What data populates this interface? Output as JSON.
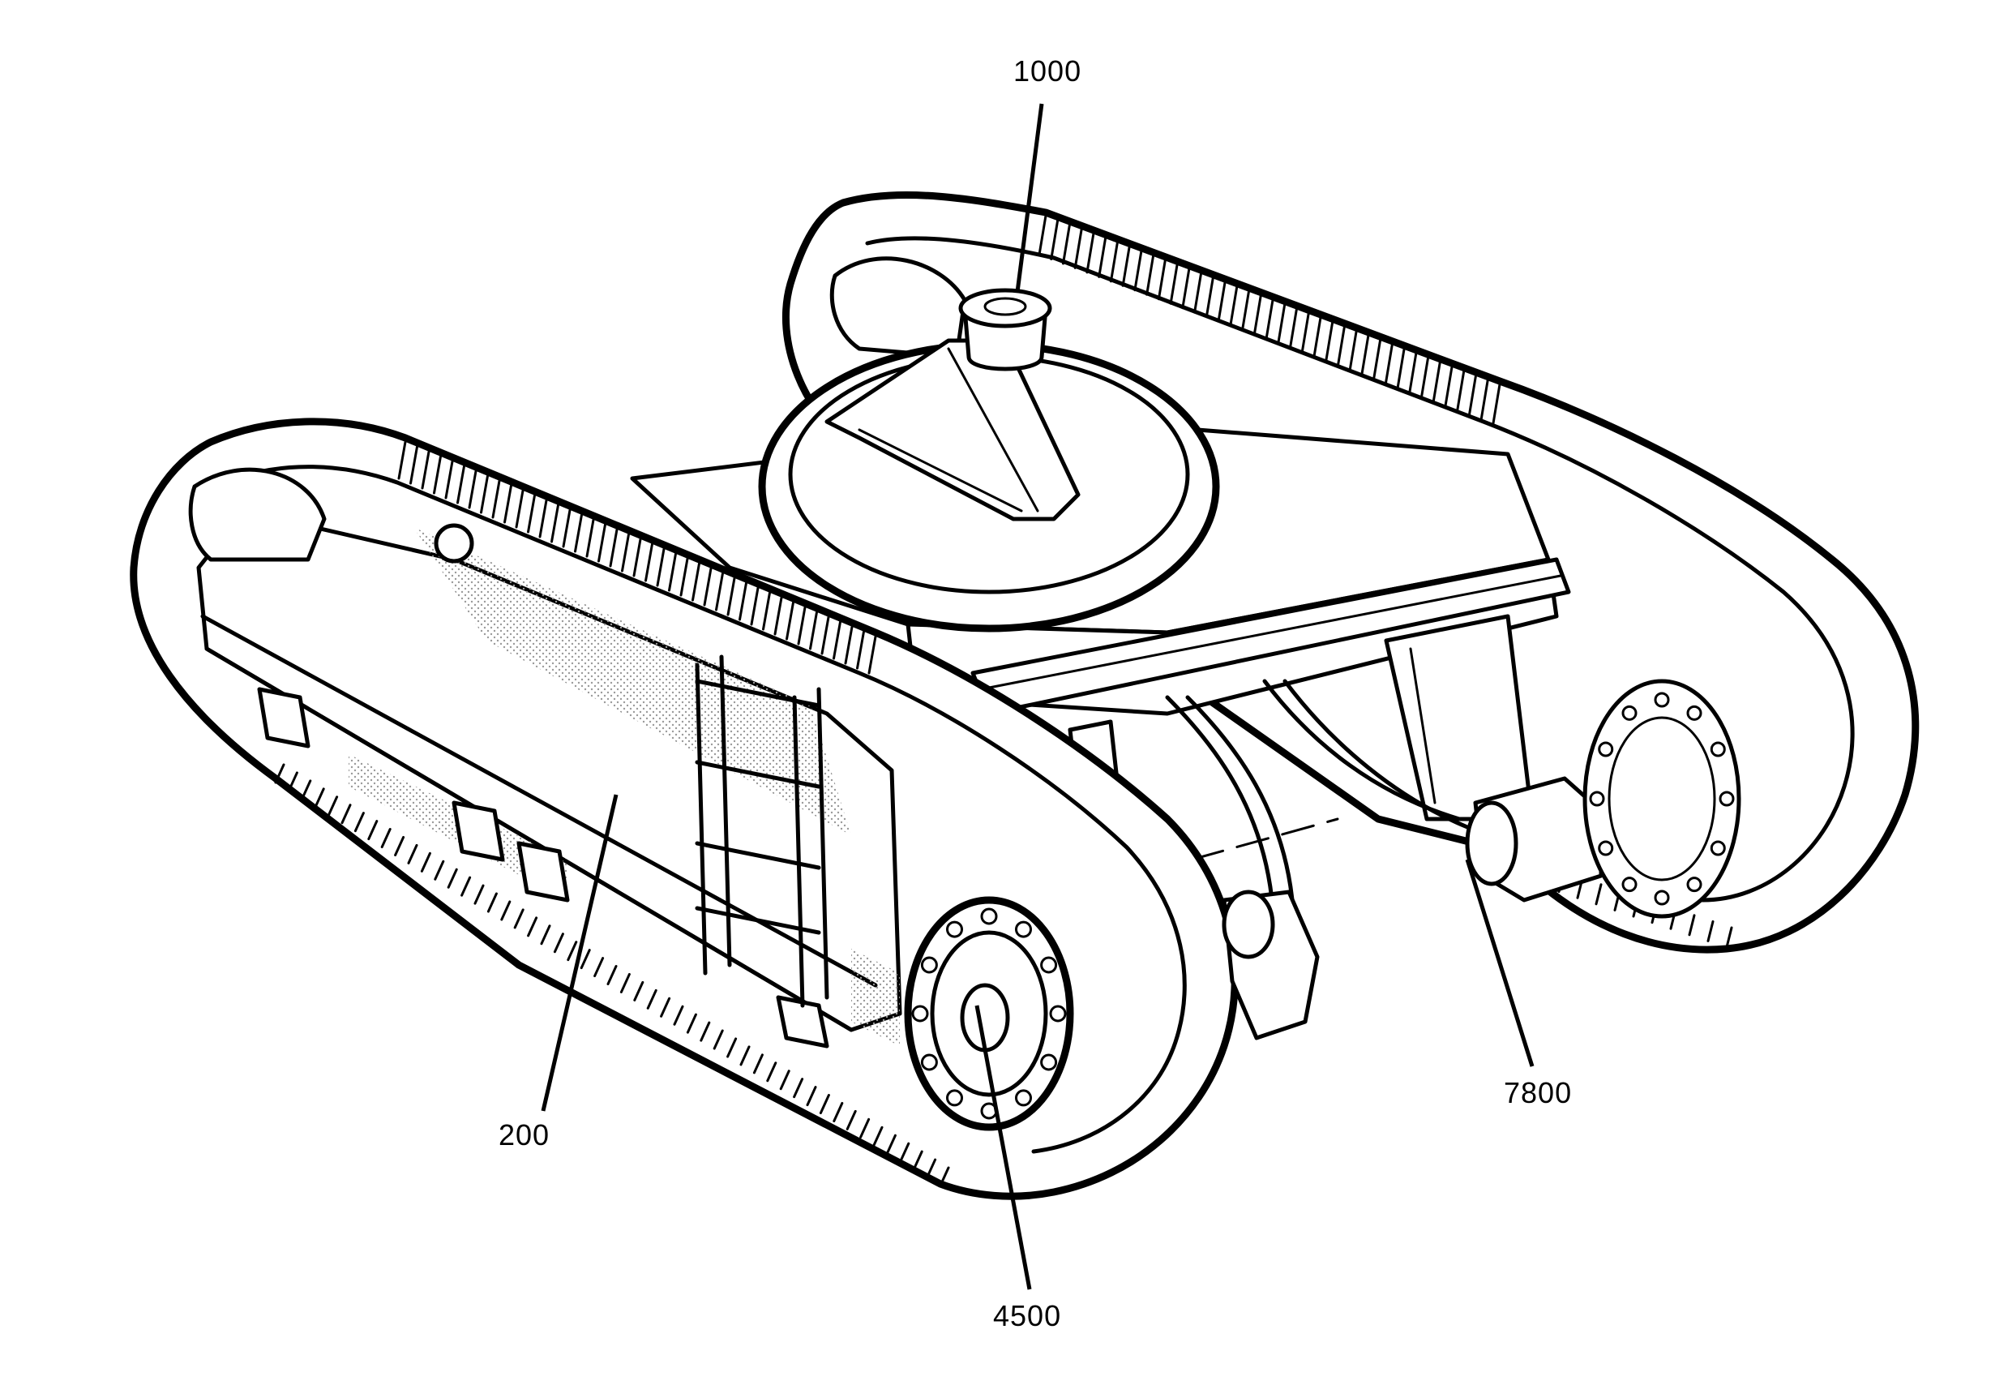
{
  "callouts": {
    "c1000": "1000",
    "c200": "200",
    "c4500": "4500",
    "c7800": "7800"
  },
  "colors": {
    "ink": "#000000",
    "paper": "#ffffff",
    "stipple": "#9a9a9a"
  }
}
